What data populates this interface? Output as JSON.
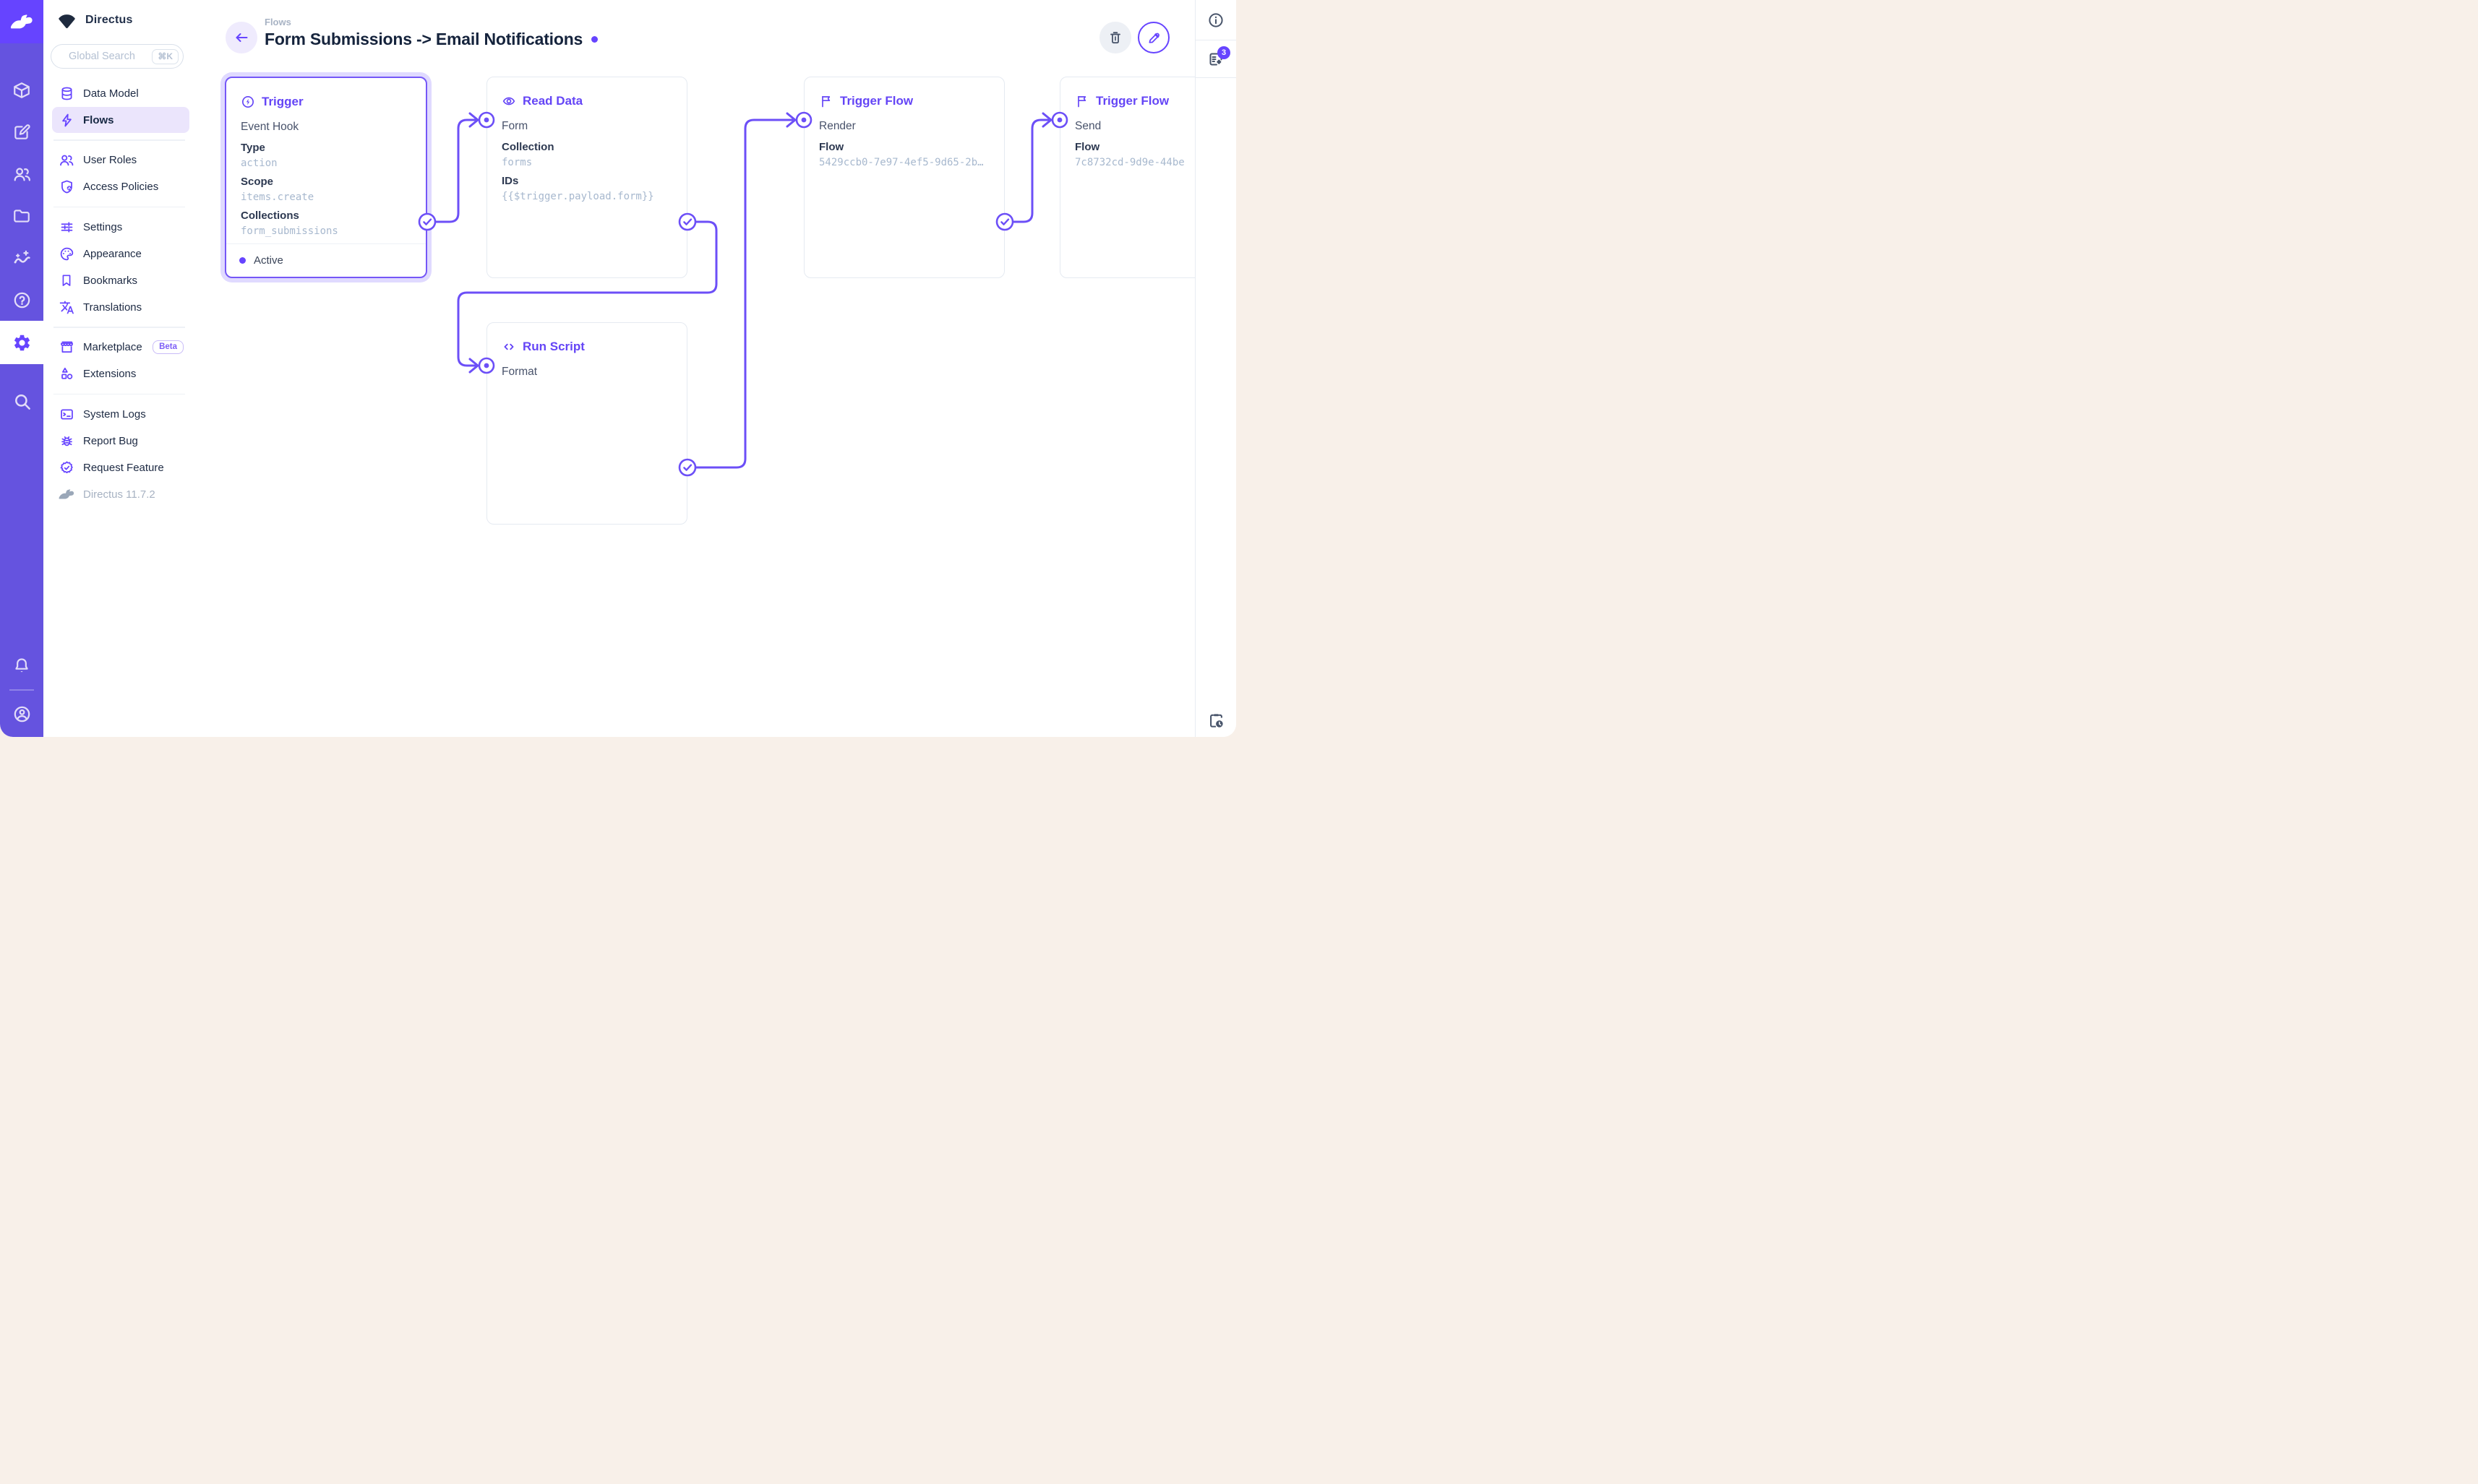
{
  "colors": {
    "accent": "#6644FF",
    "module_bar": "#6553DF",
    "wire": "#6C4FF7",
    "node_border": "#E5EAF1",
    "value_text": "#A7B8CE",
    "page_background": "#F8F0E9"
  },
  "module_bar": {
    "modules": [
      {
        "icon": "box-icon",
        "name": "content"
      },
      {
        "icon": "edit-icon",
        "name": "editor"
      },
      {
        "icon": "users-icon",
        "name": "user-directory"
      },
      {
        "icon": "folder-icon",
        "name": "files"
      },
      {
        "icon": "insights-icon",
        "name": "insights"
      },
      {
        "icon": "help-icon",
        "name": "docs"
      },
      {
        "icon": "gear-icon",
        "name": "settings",
        "active": true
      },
      {
        "icon": "search-icon",
        "name": "search"
      }
    ],
    "bottom": [
      {
        "icon": "bell-icon",
        "name": "notifications"
      },
      {
        "icon": "account-icon",
        "name": "account"
      }
    ]
  },
  "sidebar": {
    "project_name": "Directus",
    "search_placeholder": "Global Search",
    "search_shortcut": "⌘K",
    "sections": [
      {
        "items": [
          {
            "label": "Data Model",
            "icon": "database-icon"
          },
          {
            "label": "Flows",
            "icon": "bolt-icon",
            "active": true
          }
        ]
      },
      {
        "items": [
          {
            "label": "User Roles",
            "icon": "people-icon"
          },
          {
            "label": "Access Policies",
            "icon": "shield-person-icon"
          }
        ]
      },
      {
        "items": [
          {
            "label": "Settings",
            "icon": "tune-icon"
          },
          {
            "label": "Appearance",
            "icon": "palette-icon"
          },
          {
            "label": "Bookmarks",
            "icon": "bookmark-icon"
          },
          {
            "label": "Translations",
            "icon": "translate-icon"
          }
        ]
      },
      {
        "items": [
          {
            "label": "Marketplace",
            "icon": "storefront-icon",
            "badge": "Beta"
          },
          {
            "label": "Extensions",
            "icon": "shapes-icon"
          }
        ]
      },
      {
        "items": [
          {
            "label": "System Logs",
            "icon": "terminal-icon"
          },
          {
            "label": "Report Bug",
            "icon": "bug-icon"
          },
          {
            "label": "Request Feature",
            "icon": "feature-icon"
          }
        ]
      }
    ],
    "version": "Directus 11.7.2"
  },
  "header": {
    "breadcrumb": "Flows",
    "title": "Form Submissions -> Email Notifications"
  },
  "right_sidebar": {
    "log_badge": "3"
  },
  "flow": {
    "nodes": [
      {
        "title": "Trigger",
        "subtitle": "Event Hook",
        "fields": [
          {
            "label": "Type",
            "value": "action"
          },
          {
            "label": "Scope",
            "value": "items.create"
          },
          {
            "label": "Collections",
            "value": "form_submissions"
          }
        ],
        "status": "Active"
      },
      {
        "title": "Read Data",
        "input": "Form",
        "fields": [
          {
            "label": "Collection",
            "value": "forms"
          },
          {
            "label": "IDs",
            "value": "{{$trigger.payload.form}}"
          }
        ]
      },
      {
        "title": "Run Script",
        "input": "Format",
        "fields": []
      },
      {
        "title": "Trigger Flow",
        "input": "Render",
        "fields": [
          {
            "label": "Flow",
            "value": "5429ccb0-7e97-4ef5-9d65-2b…"
          }
        ]
      },
      {
        "title": "Trigger Flow",
        "input": "Send",
        "fields": [
          {
            "label": "Flow",
            "value": "7c8732cd-9d9e-44be"
          }
        ]
      }
    ]
  }
}
